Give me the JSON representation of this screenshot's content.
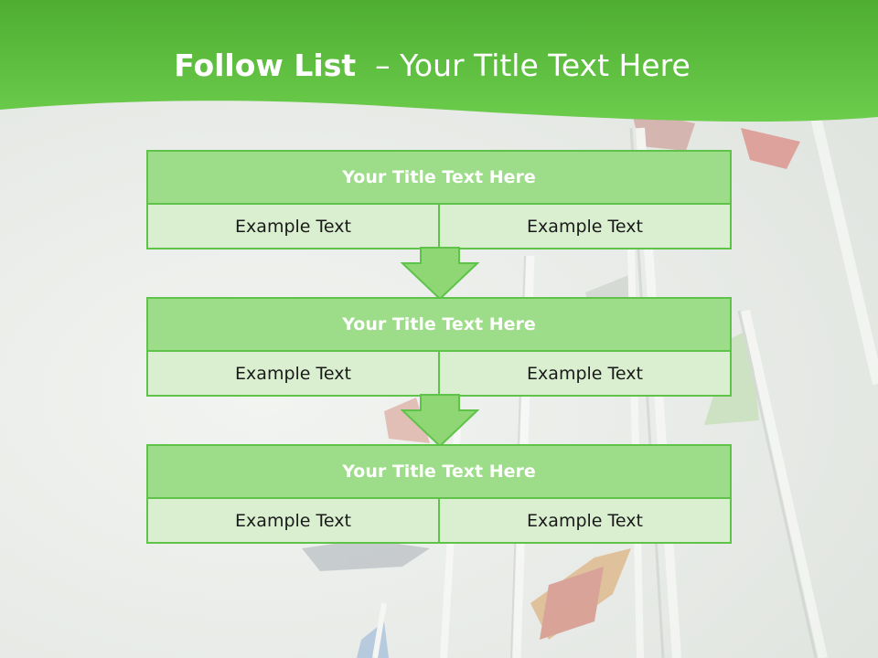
{
  "slide": {
    "title_bold": "Follow List",
    "title_rest": "– Your Title Text Here"
  },
  "blocks": [
    {
      "title": "Your Title Text Here",
      "left": "Example Text",
      "right": "Example Text"
    },
    {
      "title": "Your Title Text Here",
      "left": "Example Text",
      "right": "Example Text"
    },
    {
      "title": "Your Title Text Here",
      "left": "Example Text",
      "right": "Example Text"
    }
  ],
  "colors": {
    "header_green": "#5cbf3f",
    "block_title": "#9ddc88",
    "block_row": "#d9efd0",
    "border": "#5fc34a",
    "arrow": "#8fd675"
  }
}
